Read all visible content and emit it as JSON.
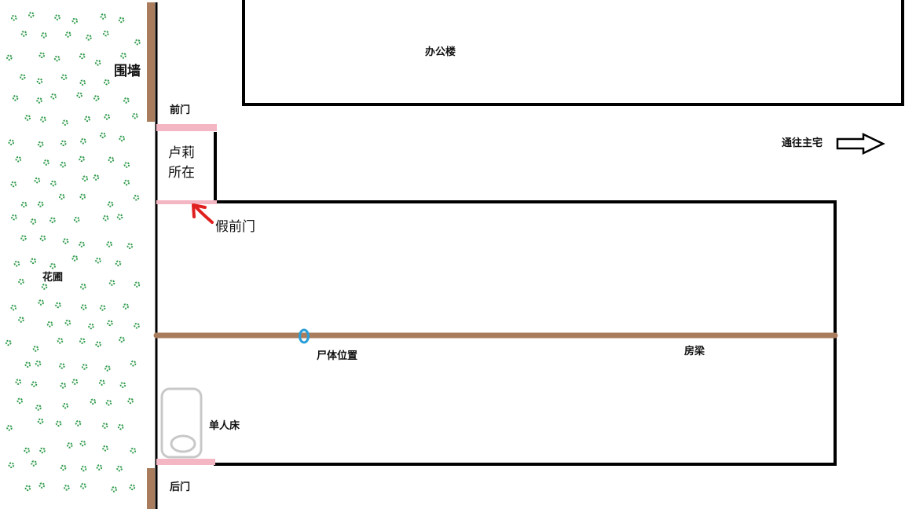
{
  "labels": {
    "wall": "围墙",
    "front_door": "前门",
    "office": "办公楼",
    "to_main_house": "通往主宅",
    "luli_line1": "卢莉",
    "luli_line2": "所在",
    "fake_front_door": "假前门",
    "garden": "花圃",
    "body_location": "尸体位置",
    "beam": "房梁",
    "single_bed": "单人床",
    "back_door": "后门"
  },
  "colors": {
    "wall_brown": "#a87c5c",
    "door_pink": "#f4b6c2",
    "outline": "#000000",
    "garden_dot": "#2e9a4a",
    "marker_blue": "#2a9fd6",
    "arrow_red": "#e02020",
    "bed_gray": "#c8c8c8"
  }
}
